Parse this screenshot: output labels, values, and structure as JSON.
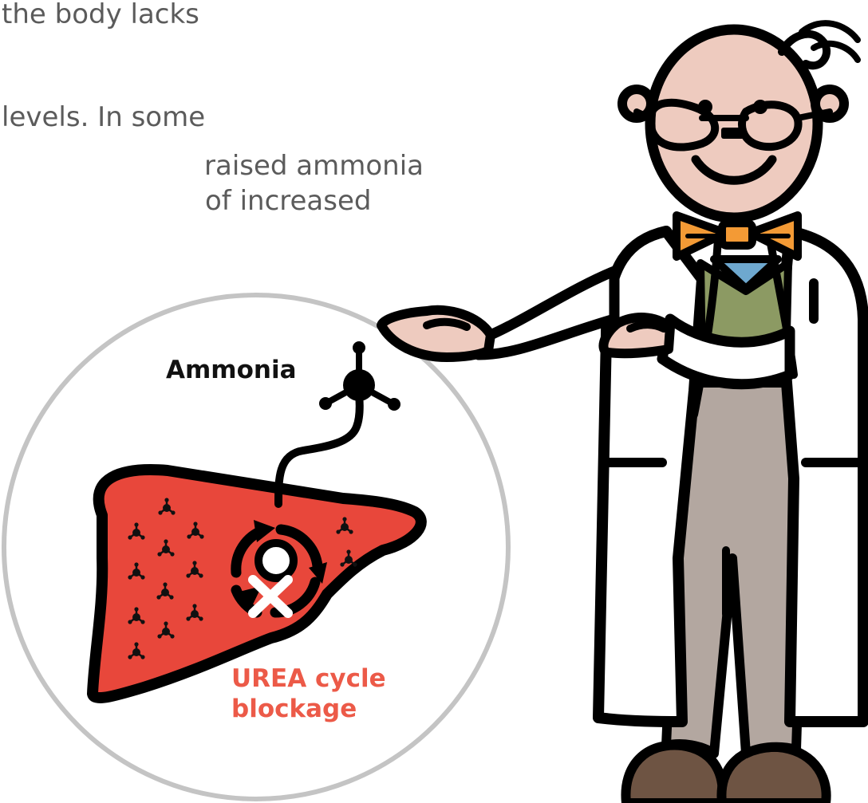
{
  "intro_text": {
    "line1": "the body lacks",
    "line2": "levels. In some",
    "line3": "raised ammonia",
    "line4": "of increased"
  },
  "diagram": {
    "ammonia_label": "Ammonia",
    "urea_label_line1": "UREA cycle",
    "urea_label_line2": "blockage"
  },
  "colors": {
    "liver": "#e8473b",
    "skin": "#eecbbf",
    "bowtie": "#f39a35",
    "shirt": "#6ea8cf",
    "vest": "#8c9a63",
    "trousers": "#b3a7a0",
    "shoes": "#6e5443",
    "circle_outline": "#c4c4c4",
    "label_accent": "#ec5a48"
  }
}
